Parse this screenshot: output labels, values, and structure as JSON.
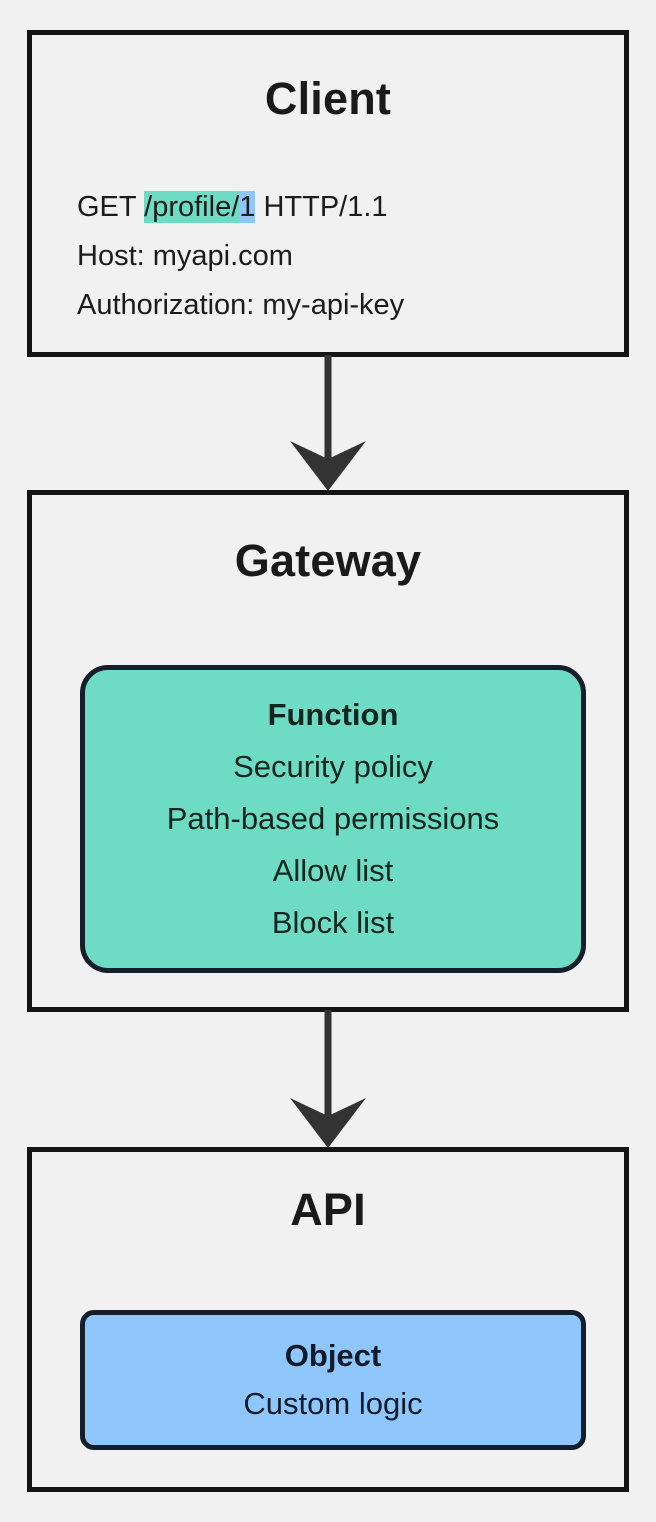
{
  "diagram": {
    "type": "flowchart",
    "direction": "top-to-bottom",
    "background_color": "#f1f1f1",
    "border_color": "#141414",
    "accent_green": "#6edcc4",
    "accent_blue": "#8fc7fd",
    "arrow_color": "#333333"
  },
  "nodes": {
    "client": {
      "title": "Client",
      "request": {
        "line1": {
          "method": "GET ",
          "path": "/profile/",
          "id": "1",
          "protocol": " HTTP/1.1"
        },
        "line2": "Host: myapi.com",
        "line3": "Authorization: my-api-key"
      }
    },
    "gateway": {
      "title": "Gateway",
      "function": {
        "title": "Function",
        "items": [
          "Security policy",
          "Path-based permissions",
          "Allow list",
          "Block list"
        ]
      }
    },
    "api": {
      "title": "API",
      "object": {
        "title": "Object",
        "items": [
          "Custom logic"
        ]
      }
    }
  },
  "edges": [
    {
      "from": "client",
      "to": "gateway",
      "label": ""
    },
    {
      "from": "gateway",
      "to": "api",
      "label": ""
    }
  ]
}
